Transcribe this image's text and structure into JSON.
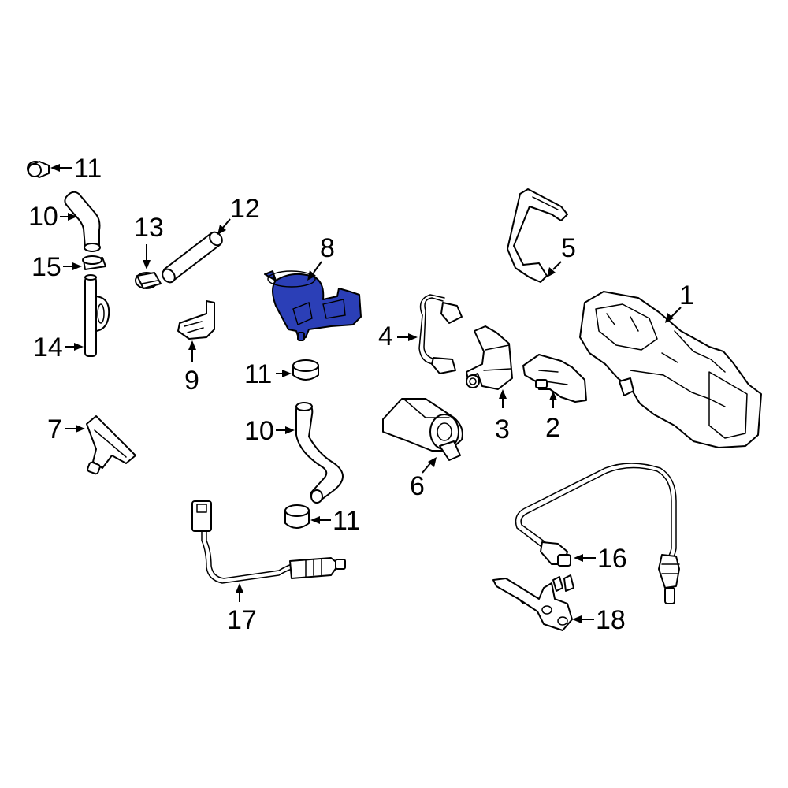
{
  "diagram": {
    "highlight_color": "#2b3fb7",
    "callouts": {
      "c1": "1",
      "c2": "2",
      "c3": "3",
      "c4": "4",
      "c5": "5",
      "c6": "6",
      "c7": "7",
      "c8": "8",
      "c9": "9",
      "c10a": "10",
      "c10b": "10",
      "c11a": "11",
      "c11b": "11",
      "c11c": "11",
      "c12": "12",
      "c13": "13",
      "c14": "14",
      "c15": "15",
      "c16": "16",
      "c17": "17",
      "c18": "18"
    }
  }
}
